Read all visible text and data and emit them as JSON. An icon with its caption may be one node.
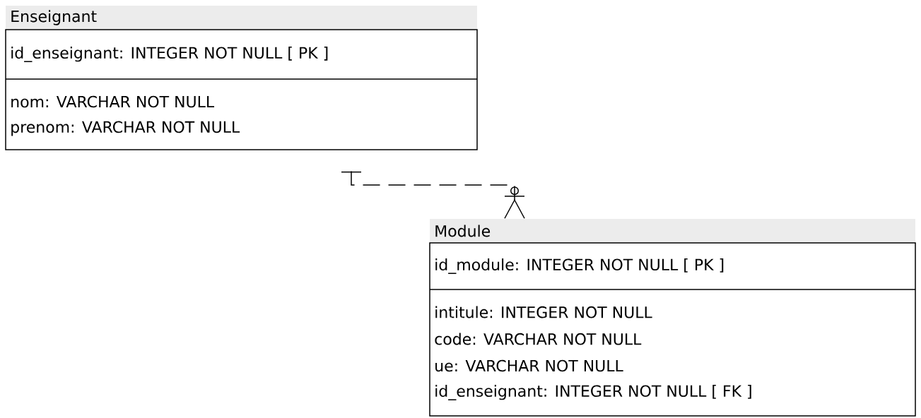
{
  "diagram": {
    "nodes": [
      {
        "text": [
          "Enseignant",
          "id_enseignant: INTEGER NOT NULL [ PK ]",
          "nom: VARCHAR NOT NULL",
          "prenom: VARCHAR NOT NULL"
        ]
      },
      {
        "text": [
          "Module",
          "id_module: INTEGER NOT NULL [ PK ]",
          "intitule: INTEGER NOT NULL",
          "code: VARCHAR NOT NULL",
          "ue: VARCHAR NOT NULL",
          "id_enseignant: INTEGER NOT NULL [ FK ]"
        ]
      }
    ],
    "edges": [
      {
        "from": 0,
        "to": 1,
        "arrow": "other",
        "style": "dashed"
      }
    ]
  }
}
